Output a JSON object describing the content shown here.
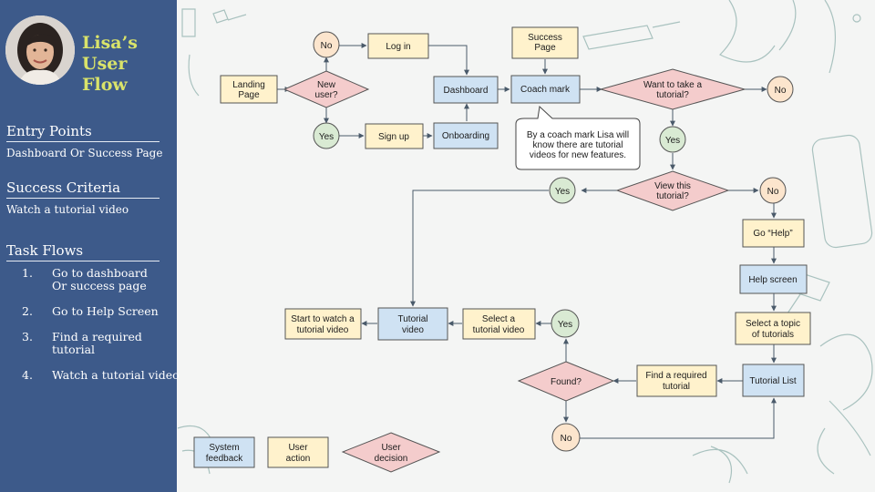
{
  "sidebar": {
    "title_line1": "Lisa’s",
    "title_line2": "User Flow",
    "entry_points_heading": "Entry Points",
    "entry_points_text": "Dashboard Or Success Page",
    "success_heading": "Success Criteria",
    "success_text": "Watch a tutorial video",
    "task_heading": "Task Flows",
    "tasks": [
      {
        "num": "1.",
        "line1": "Go to dashboard",
        "line2": "Or success page"
      },
      {
        "num": "2.",
        "line1": "Go to Help Screen",
        "line2": ""
      },
      {
        "num": "3.",
        "line1": "Find a required",
        "line2": "tutorial"
      },
      {
        "num": "4.",
        "line1": "Watch a tutorial video",
        "line2": ""
      }
    ]
  },
  "flow": {
    "landing_page": [
      "Landing",
      "Page"
    ],
    "new_user": [
      "New",
      "user?"
    ],
    "no_top": "No",
    "log_in": "Log in",
    "yes_signup": "Yes",
    "sign_up": "Sign up",
    "onboarding": "Onboarding",
    "dashboard": "Dashboard",
    "success_page": [
      "Success",
      "Page"
    ],
    "coach_mark": "Coach mark",
    "want_tutorial": [
      "Want to take a",
      "tutorial?"
    ],
    "no_want": "No",
    "yes_want": "Yes",
    "callout": [
      "By a coach mark Lisa will",
      "know there are tutorial",
      "videos for new features."
    ],
    "view_tutorial": [
      "View this",
      "tutorial?"
    ],
    "yes_view": "Yes",
    "no_view": "No",
    "go_help": "Go “Help”",
    "help_screen": "Help screen",
    "select_topic": [
      "Select a topic",
      "of tutorials"
    ],
    "tutorial_list": "Tutorial List",
    "find_tutorial": [
      "Find a required",
      "tutorial"
    ],
    "found": "Found?",
    "yes_found": "Yes",
    "no_found": "No",
    "select_video": [
      "Select  a",
      "tutorial video"
    ],
    "tutorial_video": [
      "Tutorial",
      "video"
    ],
    "start_watch": [
      "Start to watch a",
      "tutorial video"
    ]
  },
  "legend": {
    "system": [
      "System",
      "feedback"
    ],
    "user_action": [
      "User",
      "action"
    ],
    "user_decision": [
      "User",
      "decision"
    ]
  },
  "colors": {
    "sidebar": "#3d5a8a",
    "title": "#d9e36a",
    "system_feedback": "#cfe2f3",
    "user_action": "#fff2cc",
    "user_decision": "#f4cccc",
    "yes_node": "#d9ead3",
    "no_node": "#fce5cd"
  }
}
